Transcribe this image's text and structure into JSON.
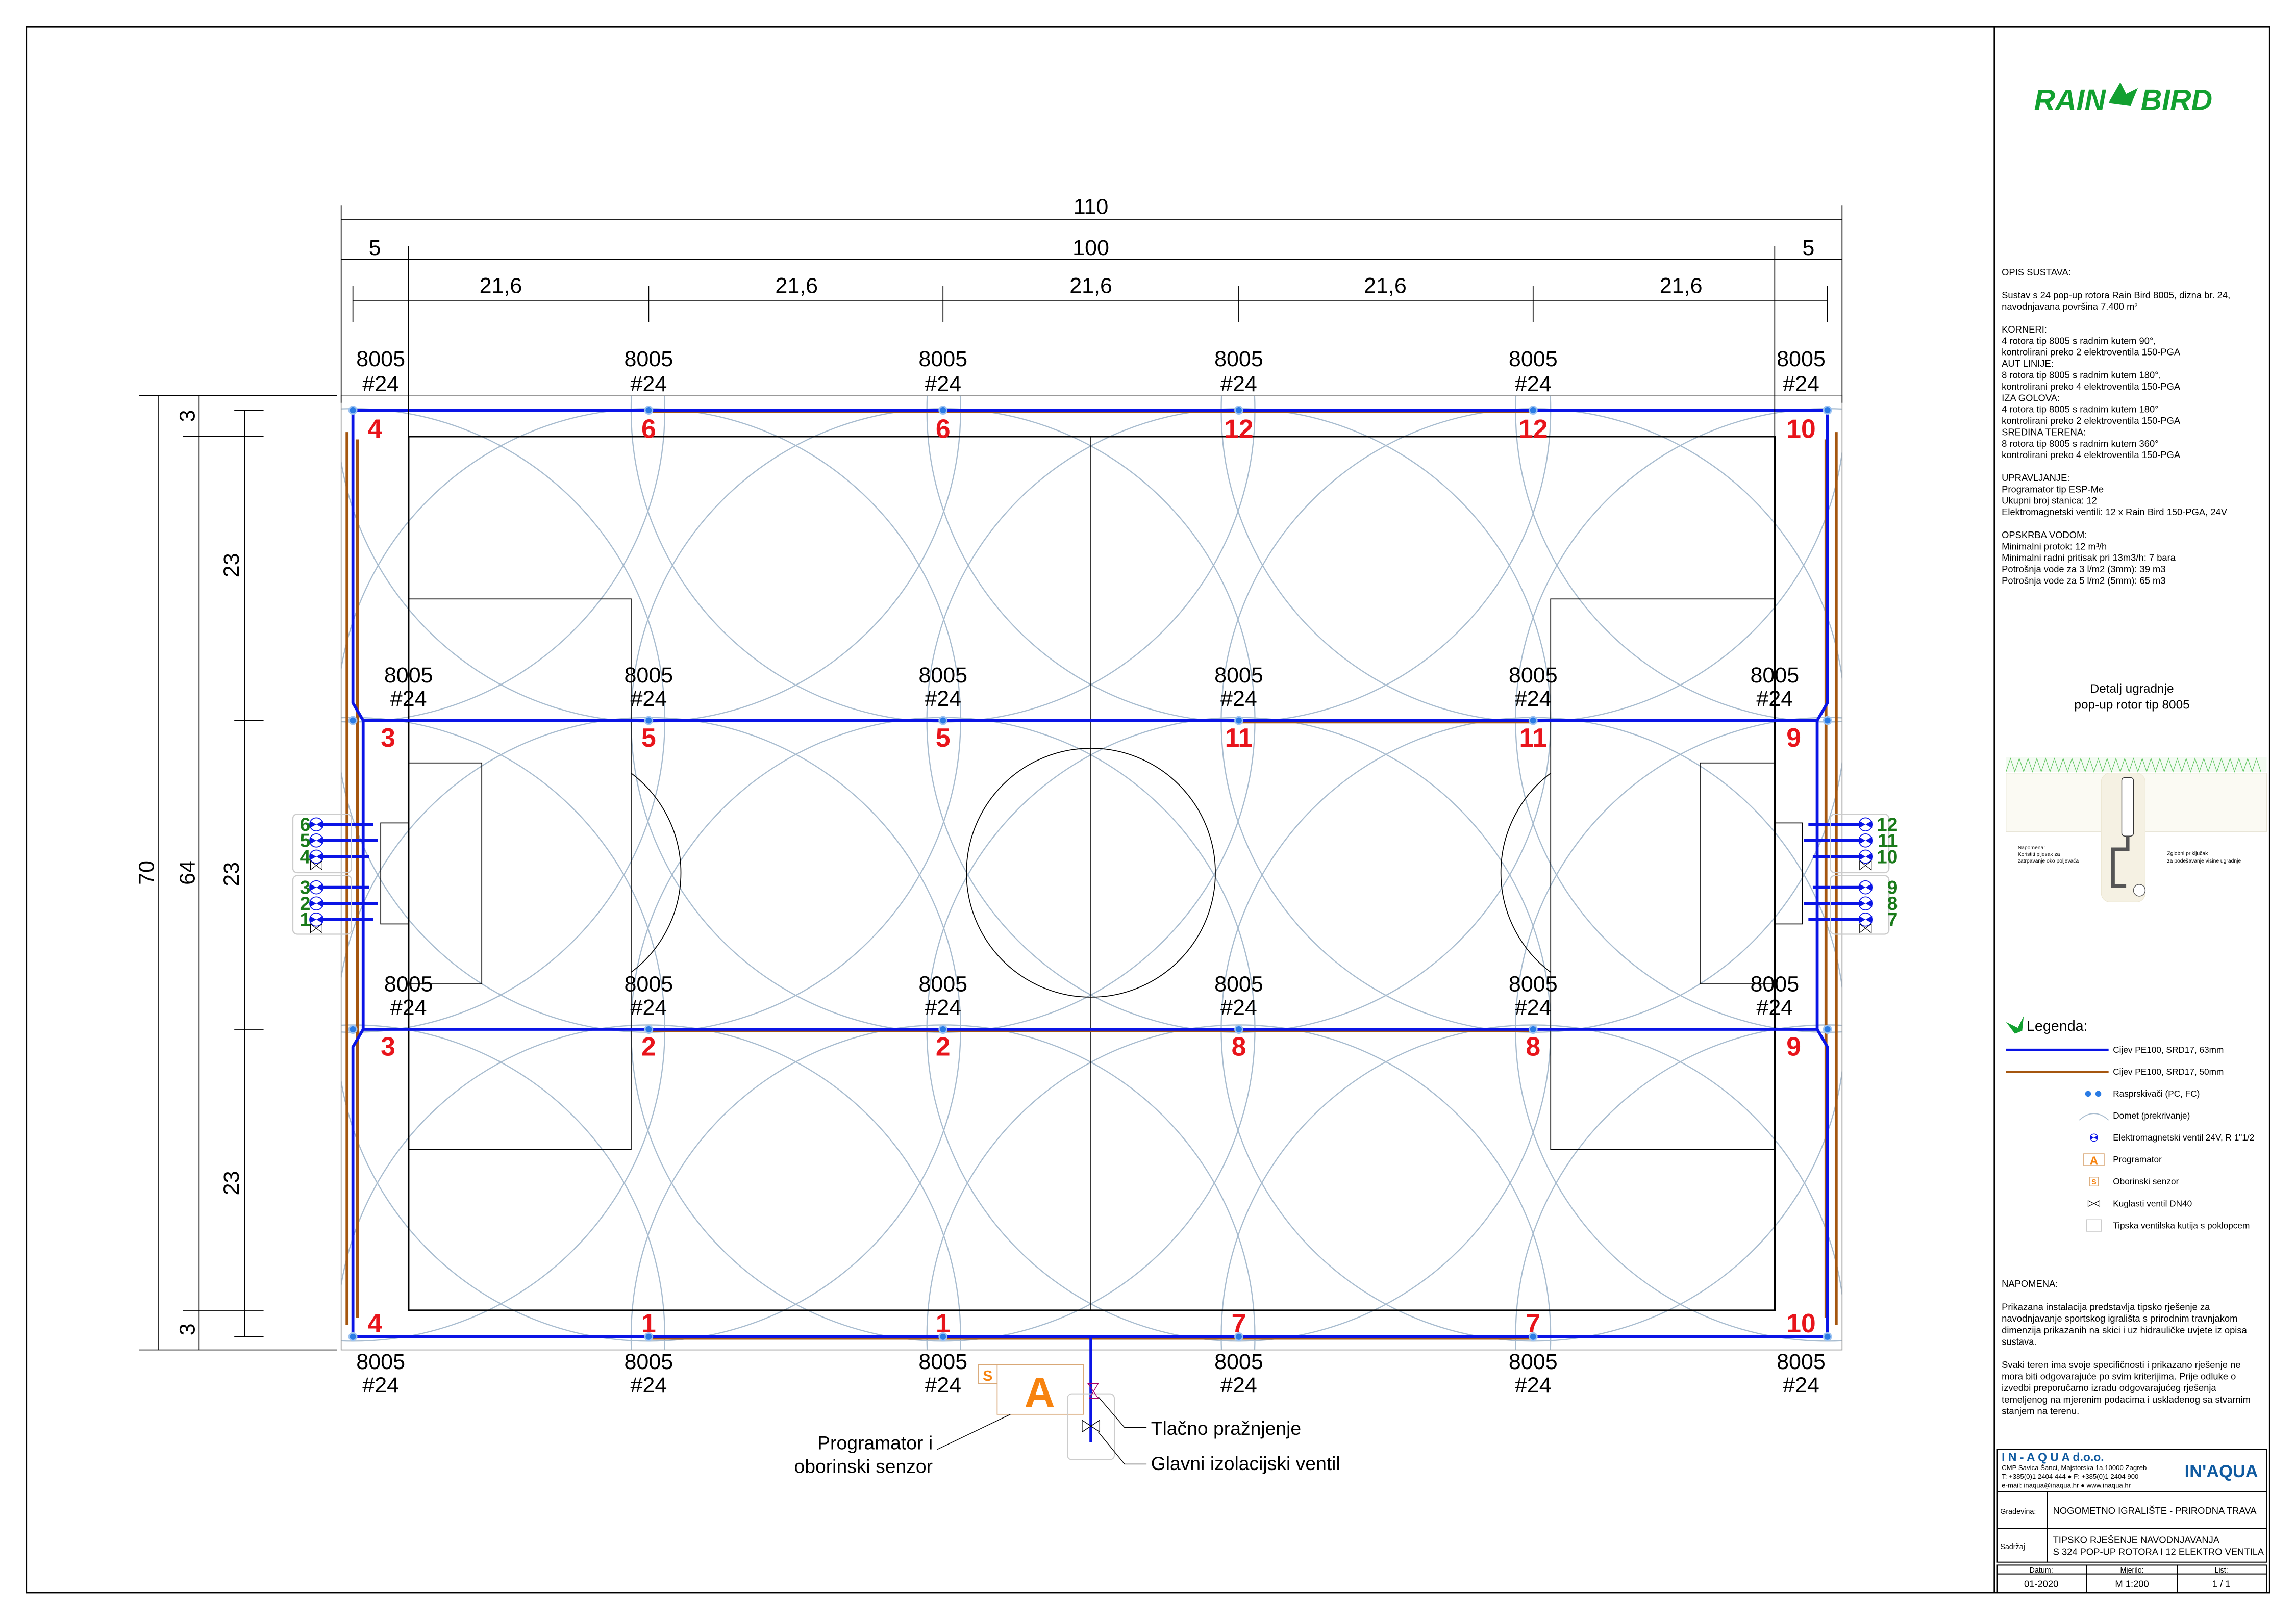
{
  "brand": {
    "logo_text": "RAIN BIRD"
  },
  "description": {
    "lines": [
      "OPIS SUSTAVA:",
      "",
      "Sustav s 24 pop-up rotora Rain Bird 8005, dizna br. 24,",
      "navodnjavana površina 7.400 m²",
      "",
      "KORNERI:",
      "4 rotora tip 8005 s  radnim kutem 90°,",
      "kontrolirani preko 2 elektroventila 150-PGA",
      "AUT LINIJE:",
      "8 rotora tip 8005 s radnim kutem 180°,",
      "kontrolirani preko 4 elektroventila  150-PGA",
      "IZA GOLOVA:",
      "4 rotora tip 8005 s radnim kutem 180°",
      "kontrolirani  preko 2 elektroventila  150-PGA",
      "SREDINA TERENA:",
      "8 rotora tip 8005 s radnim kutem 360°",
      "kontrolirani preko 4 elektroventila  150-PGA",
      "",
      "UPRAVLJANJE:",
      "Programator tip ESP-Me",
      "Ukupni broj stanica: 12",
      "Elektromagnetski ventili: 12 x Rain Bird 150-PGA, 24V",
      "",
      "OPSKRBA VODOM:",
      "Minimalni protok: 12 m³/h",
      "Minimalni radni pritisak pri 13m3/h: 7 bara",
      "Potrošnja vode za 3 l/m2 (3mm): 39 m3",
      "Potrošnja vode za 5 l/m2 (5mm): 65 m3"
    ]
  },
  "detail": {
    "title_lines": [
      "Detalj ugradnje",
      "pop-up rotor tip 8005"
    ],
    "note_lines": [
      "Napomena:",
      "Koristiti pijesak za",
      "zatrpavanje oko poljevača"
    ],
    "joint_lines": [
      "Zglobni priključak",
      "za podešavanje visine ugradnje"
    ]
  },
  "legend": {
    "title": "Legenda:",
    "items": [
      {
        "icon": "blue-pipe",
        "label": "Cijev PE100, SRD17, 63mm"
      },
      {
        "icon": "brown-pipe",
        "label": "Cijev PE100, SRD17, 50mm"
      },
      {
        "icon": "sprinkler",
        "label": "Rasprskivači (PC, FC)"
      },
      {
        "icon": "coverage-arc",
        "label": "Domet (prekrivanje)"
      },
      {
        "icon": "solenoid-valve",
        "label": "Elektromagnetski ventil 24V, R 1\"1/2"
      },
      {
        "icon": "controller",
        "label": "Programator"
      },
      {
        "icon": "rain-sensor",
        "label": "Oborinski senzor"
      },
      {
        "icon": "ball-valve",
        "label": "Kuglasti ventil DN40"
      },
      {
        "icon": "valve-box",
        "label": "Tipska ventilska kutija s poklopcem"
      }
    ]
  },
  "notes": {
    "lines": [
      "NAPOMENA:",
      "",
      "Prikazana instalacija predstavlja tipsko rješenje za",
      "navodnjavanje sportskog igrališta s prirodnim travnjakom",
      "dimenzija prikazanih na skici i uz hidrauličke uvjete iz opisa",
      "sustava.",
      "",
      "Svaki teren ima svoje specifičnosti i prikazano rješenje ne",
      "mora biti odgovarajuće po svim kriterijima. Prije odluke o",
      "izvedbi preporučamo izradu odgovarajućeg rješenja",
      "temeljenog na mjerenim podacima i usklađenog sa stvarnim",
      "stanjem na terenu."
    ]
  },
  "company": {
    "name": "I N - A Q U A   d.o.o.",
    "address": "CMP Savica Šanci, Majstorska 1a,10000 Zagreb",
    "phone": "T: +385(0)1 2404 444 ● F: +385(0)1 2404 900",
    "email": "e-mail: inaqua@inaqua.hr ● www.inaqua.hr",
    "logo_text": "IN'AQUA"
  },
  "project": {
    "building_label": "Građevina:",
    "building": "NOGOMETNO IGRALIŠTE - PRIRODNA TRAVA",
    "content_label": "Sadržaj",
    "content_lines": [
      "TIPSKO RJEŠENJE NAVODNJAVANJA",
      "S 324 POP-UP ROTORA I 12 ELEKTRO VENTILA"
    ]
  },
  "sheet": {
    "date_label": "Datum:",
    "date": "01-2020",
    "scale_label": "Mjerilo:",
    "scale": "M 1:200",
    "sheet_label": "List:",
    "sheet": "1 / 1"
  },
  "dimensions": {
    "total_length": "110",
    "field_length": "100",
    "margin": "5",
    "spacing": "21,6",
    "total_width": "70",
    "field_width": "64",
    "side_margin": "3",
    "zone_width": "23"
  },
  "sprinkler": {
    "model": "8005",
    "nozzle": "#24"
  },
  "zones": {
    "row1": [
      "4",
      "6",
      "6",
      "12",
      "12",
      "10"
    ],
    "row2": [
      "3",
      "5",
      "5",
      "11",
      "11",
      "9"
    ],
    "row3": [
      "3",
      "2",
      "2",
      "8",
      "8",
      "9"
    ],
    "row4": [
      "4",
      "1",
      "1",
      "7",
      "7",
      "10"
    ]
  },
  "valves": {
    "left": [
      "6",
      "5",
      "4",
      "3",
      "2",
      "1"
    ],
    "right": [
      "12",
      "11",
      "10",
      "9",
      "8",
      "7"
    ]
  },
  "callouts": {
    "controller_lines": [
      "Programator i",
      "oborinski senzor"
    ],
    "drain": "Tlačno pražnjenje",
    "main_valve": "Glavni izolacijski ventil",
    "controller_symbol": "A",
    "sensor_symbol": "S"
  },
  "colors": {
    "main_pipe": "#0a14e6",
    "lateral_pipe": "#a5560f",
    "zone_number": "#e8141b",
    "valve_number": "#1a7a1a",
    "controller": "#f7830f",
    "brand_green": "#12a030",
    "company_blue": "#0f5aa0"
  }
}
